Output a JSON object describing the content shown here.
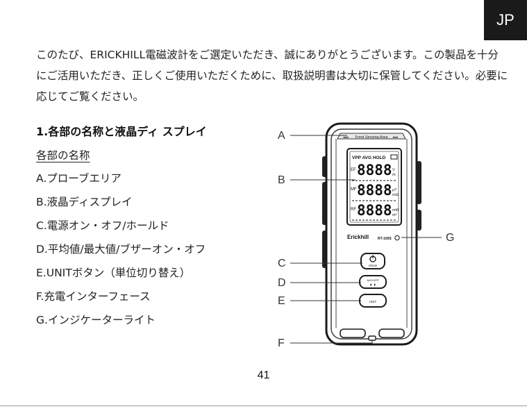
{
  "lang_tab": "JP",
  "intro": "このたび、ERICKHILL電磁波計をご選定いただき、誠にありがとうございます。この製品を十分にご活用いただき、正しくご使用いただくために、取扱説明書は大切に保管してください。必要に応じてご覧ください。",
  "section_title": "1.各部の名称と液晶ディ スプレイ",
  "sub_title": "各部の名称",
  "parts": [
    "A.プローブエリア",
    "B.液晶ディスプレイ",
    "C.電源オン・オフ/ホールド",
    "D.平均値/最大値/ブザーオン・オフ",
    "E.UNITボタン（単位切り替え）",
    "F.充電インターフェース",
    "G.インジケーターライト"
  ],
  "device": {
    "probe_label": "Front Sensing Area",
    "arrows_left": "◂◂◂",
    "arrows_right": "▸▸▸",
    "lcd_header": "VPP AVG HOLD",
    "rows": [
      {
        "tag": "EF",
        "digits": "8888",
        "unit_top": "V",
        "unit_bottom": "m"
      },
      {
        "tag": "MF",
        "digits": "8888",
        "unit_top": "μT",
        "unit_bottom": "mG"
      },
      {
        "tag": "RF",
        "digits": "8888",
        "unit_top": "mW",
        "unit_bottom": "m²"
      }
    ],
    "brand": "Erickhill",
    "model": "RT-100S",
    "btn_hold": "HOLD",
    "btn_avg": "AVG/VPP",
    "btn_unit": "UNIT"
  },
  "callouts": {
    "a": "A",
    "b": "B",
    "c": "C",
    "d": "D",
    "e": "E",
    "f": "F",
    "g": "G"
  },
  "page_number": "41"
}
